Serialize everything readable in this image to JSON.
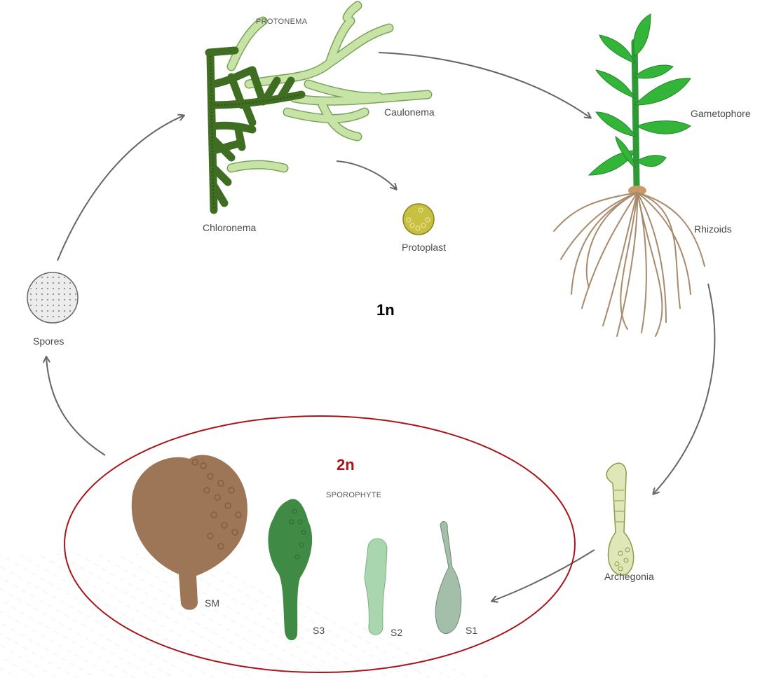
{
  "labels": {
    "protonema": "PROTONEMA",
    "caulonema": "Caulonema",
    "chloronema": "Chloronema",
    "protoplast": "Protoplast",
    "gametophore": "Gametophore",
    "rhizoids": "Rhizoids",
    "spores": "Spores",
    "archegonia": "Archegonia",
    "sporophyte": "SPOROPHYTE",
    "sm": "SM",
    "s3": "S3",
    "s2": "S2",
    "s1": "S1"
  },
  "ploidy": {
    "haploid": "1n",
    "diploid": "2n"
  },
  "colors": {
    "haploid_text": "#000000",
    "diploid_text": "#a8151a",
    "ellipse_stroke": "#a8151a",
    "arrow": "#666666",
    "chloronema": "#3f6e22",
    "caulonema": "#c8e3a6",
    "gametophore_leaf": "#33b53a",
    "rhizoid": "#a88a6c",
    "capsule_brown": "#9c7656",
    "s3_green": "#3f8a45",
    "s2_green": "#a9d6ae",
    "s1_green": "#a3bfa9",
    "protoplast": "#c8c040"
  }
}
